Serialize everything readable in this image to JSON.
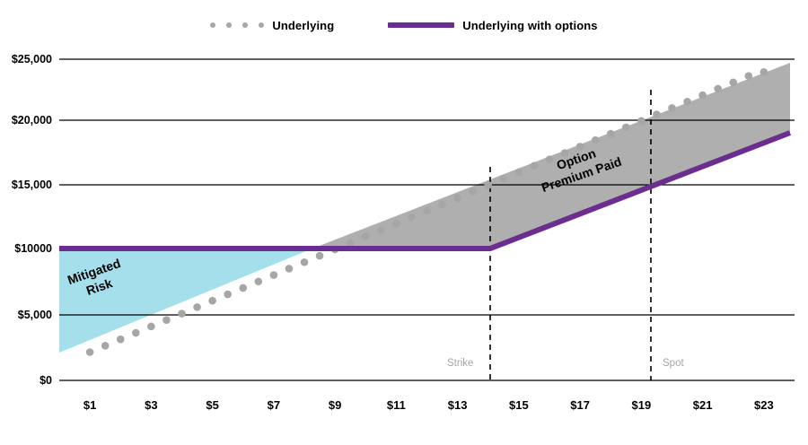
{
  "legend": {
    "entries": [
      {
        "label": "Underlying",
        "marker": "dotted-marker",
        "color": "#a6a6a6"
      },
      {
        "label": "Underlying with options",
        "marker": "solid-line-marker",
        "color": "#6b2d8f"
      }
    ]
  },
  "annotations": {
    "mitigated_risk_line1": "Mitigated",
    "mitigated_risk_line2": "Risk",
    "option_premium_line1": "Option",
    "option_premium_line2": "Premium Paid",
    "strike_label": "Strike",
    "spot_label": "Spot"
  },
  "colors": {
    "underlying": "#a6a6a6",
    "underlying_with_options": "#6b2d8f",
    "mitigated_risk_fill": "#a5dfec",
    "option_premium_fill": "#afafaf",
    "gridline": "#000000",
    "axis_label": "#000000",
    "marker_label": "#a6a6a6"
  },
  "chart_data": {
    "type": "line",
    "title": "",
    "xlabel": "",
    "ylabel": "",
    "xlim": [
      0,
      24
    ],
    "ylim": [
      0,
      25000
    ],
    "grid": true,
    "legend_position": "top-center",
    "x_tick_labels": [
      "$1",
      "$3",
      "$5",
      "$7",
      "$9",
      "$11",
      "$13",
      "$15",
      "$17",
      "$19",
      "$21",
      "$23"
    ],
    "x_tick_values": [
      1,
      3,
      5,
      7,
      9,
      11,
      13,
      15,
      17,
      19,
      21,
      23
    ],
    "y_tick_labels": [
      "$0",
      "$5,000",
      "$10000",
      "$15,000",
      "$20,000",
      "$25,000"
    ],
    "y_tick_values": [
      0,
      5000,
      10000,
      15000,
      20000,
      25000
    ],
    "x": [
      1,
      1.5,
      2,
      2.5,
      3,
      3.5,
      4,
      4.5,
      5,
      5.5,
      6,
      6.5,
      7,
      7.5,
      8,
      8.5,
      9,
      9.5,
      10,
      10.5,
      11,
      11.5,
      12,
      12.5,
      13,
      13.5,
      14,
      14.5,
      15,
      15.5,
      16,
      16.5,
      17,
      17.5,
      18,
      18.5,
      19,
      19.5,
      20,
      20.5,
      21,
      21.5,
      22,
      22.5,
      23
    ],
    "series": [
      {
        "name": "Underlying",
        "style": "dotted",
        "color": "#a6a6a6",
        "values": [
          2200,
          2700,
          3200,
          3700,
          4200,
          4700,
          5200,
          5700,
          6200,
          6700,
          7200,
          7700,
          8200,
          8700,
          9200,
          9700,
          10200,
          10700,
          11200,
          11700,
          12200,
          12700,
          13200,
          13700,
          14200,
          14700,
          15200,
          15700,
          16200,
          16700,
          17200,
          17700,
          18200,
          18700,
          19200,
          19700,
          20200,
          20700,
          21200,
          21700,
          22200,
          22700,
          23200,
          23700,
          24000
        ]
      },
      {
        "name": "Underlying with options",
        "style": "solid",
        "color": "#6b2d8f",
        "values": [
          10000,
          10000,
          10000,
          10000,
          10000,
          10000,
          10000,
          10000,
          10000,
          10000,
          10000,
          10000,
          10000,
          10000,
          10000,
          10000,
          10000,
          10000,
          10000,
          10000,
          10000,
          10000,
          10000,
          10000,
          10000,
          10000,
          10000,
          10550,
          11100,
          11650,
          12200,
          12750,
          13300,
          13850,
          14400,
          14950,
          15500,
          16050,
          16600,
          17150,
          17700,
          18250,
          18800,
          18950,
          19000
        ]
      }
    ],
    "vertical_markers": [
      {
        "label": "Strike",
        "x_value": 14,
        "style": "dashed",
        "color": "#000000"
      },
      {
        "label": "Spot",
        "x_value": 19,
        "style": "dashed",
        "color": "#000000"
      }
    ],
    "shaded_regions": [
      {
        "name": "Mitigated Risk",
        "fill": "#a5dfec",
        "between": [
          "Underlying with options",
          "Underlying"
        ],
        "x_range": [
          1,
          9
        ]
      },
      {
        "name": "Option Premium Paid",
        "fill": "#afafaf",
        "between": [
          "Underlying",
          "Underlying with options"
        ],
        "x_range": [
          9,
          23
        ]
      }
    ]
  }
}
